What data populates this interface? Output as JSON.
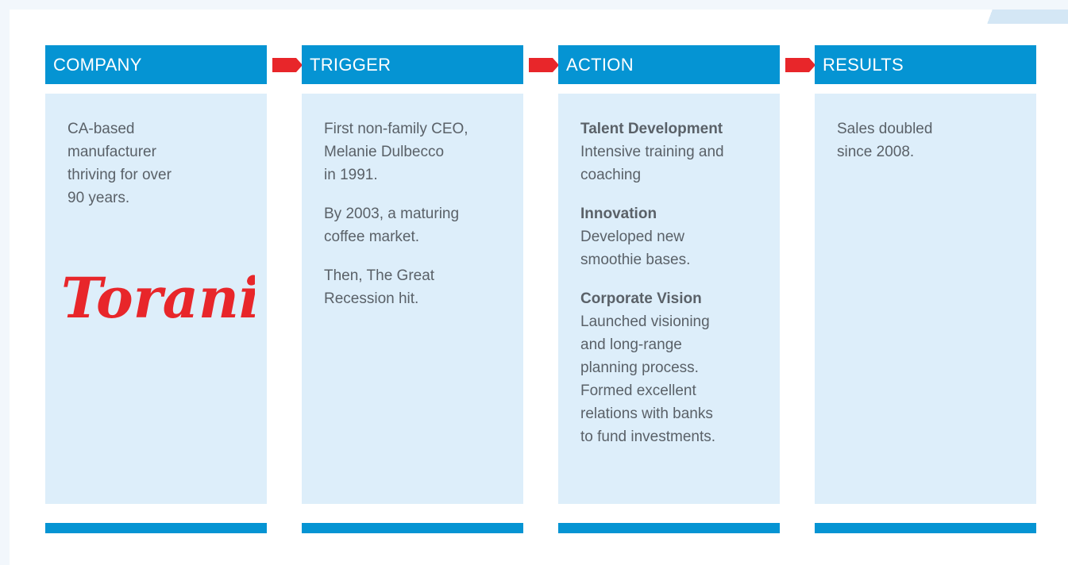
{
  "colors": {
    "header_bg": "#0594d3",
    "body_bg": "#ddeefa",
    "arrow": "#e8262a",
    "logo": "#e8262a",
    "text": "#5a6168"
  },
  "columns": [
    {
      "header": "COMPANY",
      "paragraphs": [
        {
          "lines": [
            "CA-based",
            "manufacturer",
            "thriving for over",
            "90 years."
          ]
        }
      ],
      "logo": {
        "text": "Torani",
        "mark": "®"
      }
    },
    {
      "header": "TRIGGER",
      "paragraphs": [
        {
          "lines": [
            "First non-family CEO,",
            "Melanie Dulbecco",
            "in 1991."
          ]
        },
        {
          "lines": [
            "By 2003, a maturing",
            "coffee market."
          ]
        },
        {
          "lines": [
            "Then, The Great",
            "Recession hit."
          ]
        }
      ]
    },
    {
      "header": "ACTION",
      "paragraphs": [
        {
          "bold": "Talent Development",
          "lines": [
            "Intensive training and",
            "coaching"
          ]
        },
        {
          "bold": "Innovation",
          "lines": [
            "Developed new",
            "smoothie bases."
          ]
        },
        {
          "bold": "Corporate Vision",
          "lines": [
            "Launched visioning",
            "and long-range",
            "planning process.",
            "Formed excellent",
            "relations with banks",
            "to fund investments."
          ]
        }
      ]
    },
    {
      "header": "RESULTS",
      "paragraphs": [
        {
          "lines": [
            "Sales doubled",
            "since 2008."
          ]
        }
      ]
    }
  ]
}
